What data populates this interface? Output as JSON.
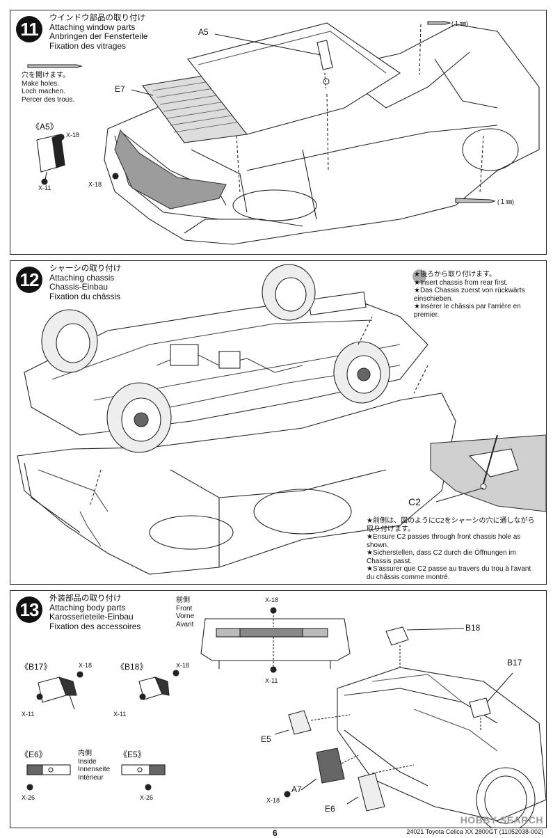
{
  "steps": [
    {
      "number": "11",
      "title_jp": "ウインドウ部品の取り付け",
      "title_en": "Attaching window parts",
      "title_de": "Anbringen der Fensterteile",
      "title_fr": "Fixation des vitrages",
      "holes": {
        "jp": "穴を開けます。",
        "en": "Make holes.",
        "de": "Loch machen.",
        "fr": "Percer des trous."
      },
      "labels": {
        "a5": "A5",
        "e7": "E7",
        "a5_part": "《A5》",
        "x18a": "X-18",
        "x11": "X-11",
        "x18b": "X-18",
        "mm1": "(１㎜)",
        "mm2": "(１㎜)"
      }
    },
    {
      "number": "12",
      "title_jp": "シャーシの取り付け",
      "title_en": "Attaching chassis",
      "title_de": "Chassis-Einbau",
      "title_fr": "Fixation du châssis",
      "note_top": [
        "★後ろから取り付けます。",
        "★Insert chassis from rear first.",
        "★Das Chassis zuerst von rückwärts",
        "einschieben.",
        "★Insérer le châssis par l'arrière en",
        "premier."
      ],
      "note_bottom": [
        "★前側は、図のようにC2をシャーシの穴に通しながら",
        "取り付けます。",
        "★Ensure C2 passes through front chassis hole as",
        "shown.",
        "★Sicherstellen, dass C2 durch die Öffnungen im",
        "Chassis passt.",
        "★S'assurer que C2 passe au travers du trou à l'avant",
        "du châssis comme montré."
      ],
      "labels": {
        "c2": "C2"
      }
    },
    {
      "number": "13",
      "title_jp": "外装部品の取り付け",
      "title_en": "Attaching body parts",
      "title_de": "Karosserieteile-Einbau",
      "title_fr": "Fixation des accessoires",
      "front": {
        "jp": "前側",
        "en": "Front",
        "de": "Vorne",
        "fr": "Avant"
      },
      "inside": {
        "jp": "内側",
        "en": "Inside",
        "de": "Innenseite",
        "fr": "Intérieur"
      },
      "labels": {
        "b17_part": "《B17》",
        "b18_part": "《B18》",
        "e6_part": "《E6》",
        "e5_part": "《E5》",
        "b18": "B18",
        "b17": "B17",
        "e5": "E5",
        "e6": "E6",
        "a7": "A7",
        "x18a": "X-18",
        "x11a": "X-11",
        "x18b": "X-18",
        "x11b": "X-11",
        "x18c": "X-18",
        "x11c": "X-11",
        "x26a": "X-26",
        "x26b": "X-26",
        "x18d": "X-18"
      }
    }
  ],
  "footer": {
    "text": "24021  Toyota Celica XX 2800GT (11052038-002)",
    "page": "6",
    "watermark": "HOBBY SEARCH"
  }
}
